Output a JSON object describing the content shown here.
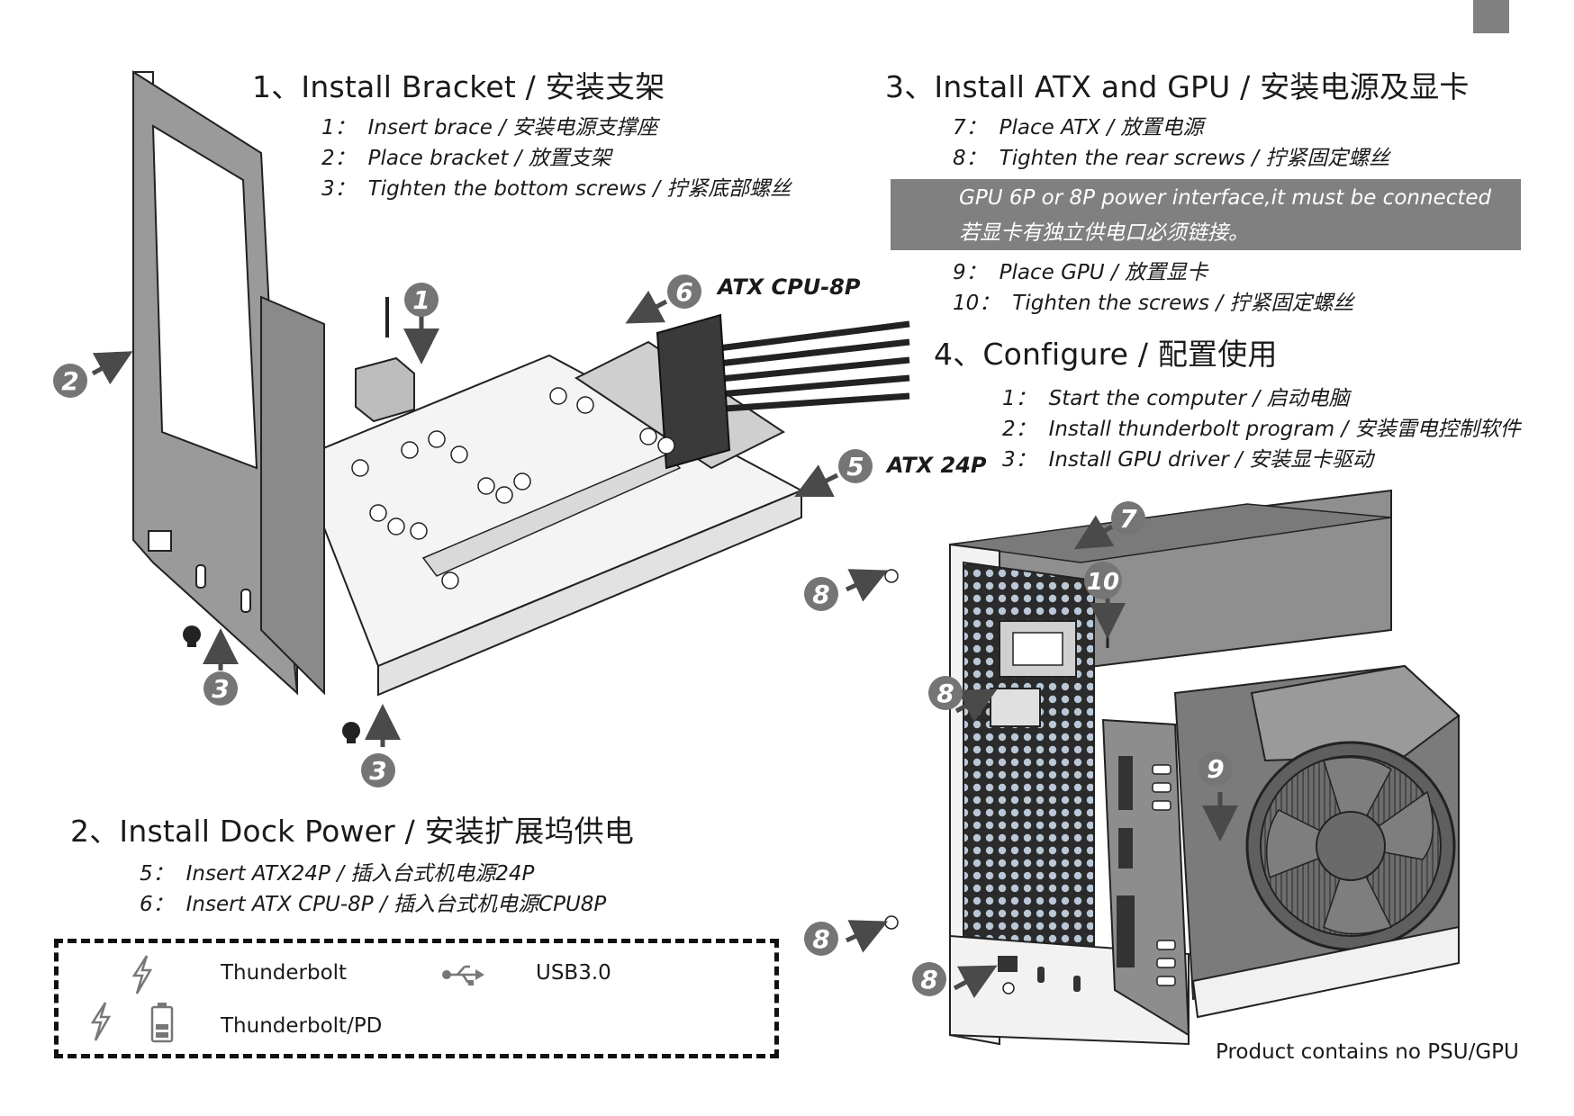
{
  "section1": {
    "title": "1、Install Bracket / 安装支架",
    "steps": [
      {
        "num": "1：",
        "text": "Insert brace / 安装电源支撑座"
      },
      {
        "num": "2：",
        "text": "Place bracket / 放置支架"
      },
      {
        "num": "3：",
        "text": "Tighten the bottom screws / 拧紧底部螺丝"
      }
    ]
  },
  "section2": {
    "title": "2、Install Dock Power / 安装扩展坞供电",
    "steps": [
      {
        "num": "5：",
        "text": "Insert ATX24P / 插入台式机电源24P"
      },
      {
        "num": "6：",
        "text": "Insert ATX CPU-8P / 插入台式机电源CPU8P"
      }
    ]
  },
  "section3": {
    "title": "3、Install ATX and GPU / 安装电源及显卡",
    "steps_a": [
      {
        "num": "7：",
        "text": "Place ATX / 放置电源"
      },
      {
        "num": "8：",
        "text": "Tighten the rear screws / 拧紧固定螺丝"
      }
    ],
    "notice": {
      "line1": "GPU  6P or 8P power interface,it must be connected",
      "line2": "若显卡有独立供电口必须链接。"
    },
    "steps_b": [
      {
        "num": "9：",
        "text": "Place GPU / 放置显卡"
      },
      {
        "num": "10：",
        "text": "Tighten the screws / 拧紧固定螺丝"
      }
    ]
  },
  "section4": {
    "title": "4、Configure / 配置使用",
    "steps": [
      {
        "num": "1：",
        "text": "Start the computer /  启动电脑"
      },
      {
        "num": "2：",
        "text": "Install thunderbolt program /  安装雷电控制软件"
      },
      {
        "num": "3：",
        "text": "Install GPU driver / 安装显卡驱动"
      }
    ]
  },
  "callouts": {
    "atx_cpu": "ATX CPU-8P",
    "atx_24p": "ATX 24P"
  },
  "badges": [
    "1",
    "2",
    "3",
    "3",
    "5",
    "6",
    "7",
    "8",
    "8",
    "8",
    "8",
    "9",
    "10"
  ],
  "legend": {
    "item1": {
      "icon": "thunderbolt-icon",
      "label": "Thunderbolt"
    },
    "item2": {
      "icon": "usb-icon",
      "label": "USB3.0"
    },
    "item3": {
      "icon": "thunderbolt-battery-icon",
      "label": "Thunderbolt/PD"
    }
  },
  "footnote": "Product contains no PSU/GPU",
  "colors": {
    "badge": "#757575",
    "notice_bg": "#808080",
    "corner_tab": "#808080"
  }
}
